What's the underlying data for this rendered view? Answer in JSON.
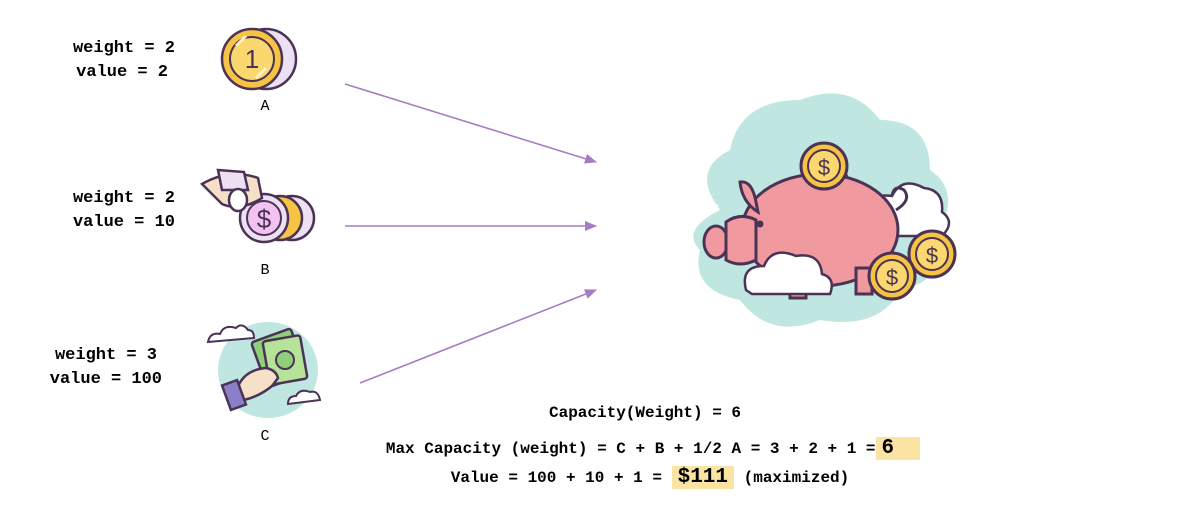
{
  "items": [
    {
      "id": "A",
      "weight_label": "weight = 2",
      "value_label": "value = 2"
    },
    {
      "id": "B",
      "weight_label": "weight = 2",
      "value_label": "value = 10"
    },
    {
      "id": "C",
      "weight_label": "weight = 3",
      "value_label": "value = 100"
    }
  ],
  "coin_number": "1",
  "dollar_sign": "$",
  "summary": {
    "capacity_line": "Capacity(Weight) = 6",
    "max_capacity_prefix": "Max Capacity (weight) = C + B + 1/2 A = 3 + 2 + 1 =",
    "max_capacity_value": "6",
    "value_prefix": "Value = 100 + 10 + 1 =",
    "value_total": "$111",
    "value_suffix": "(maximized)"
  },
  "colors": {
    "arrow": "#a77bc0",
    "highlight": "#fbe3a3",
    "cloud": "#bfe6e0",
    "pig": "#f09aa0",
    "coin": "#f6c343",
    "coin_purple": "#ede0f2"
  }
}
